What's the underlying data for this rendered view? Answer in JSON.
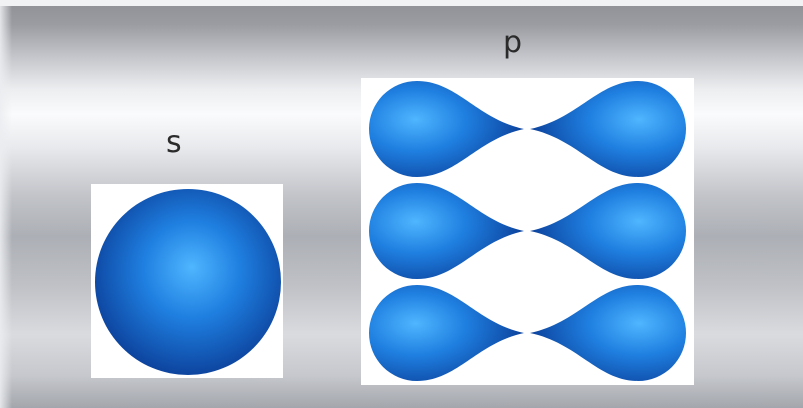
{
  "labels": {
    "s": "s",
    "p": "p"
  },
  "colors": {
    "orbital_highlight": "#4fb6ff",
    "orbital_mid": "#1f7fe0",
    "orbital_dark": "#0b3f99",
    "panel_background": "#ffffff"
  },
  "orbitals": {
    "s": {
      "shape": "sphere"
    },
    "p": {
      "shape": "dumbbell",
      "count": 3
    }
  }
}
